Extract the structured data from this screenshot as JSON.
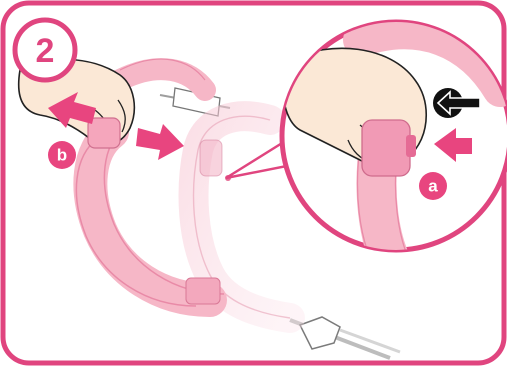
{
  "step": {
    "number": "2"
  },
  "labels": {
    "a": "a",
    "b": "b"
  },
  "colors": {
    "border_pink": "#e0457f",
    "arrow_pink": "#e8457f",
    "handle_pink": "#f6b7c7",
    "handle_pink_dark": "#ec8fab",
    "skin": "#fbe8d6",
    "button_black": "#111111"
  },
  "icons": {
    "step_badge": "circled-number",
    "direction_arrow": "arrow",
    "release_button": "circle-arrow-icon"
  }
}
